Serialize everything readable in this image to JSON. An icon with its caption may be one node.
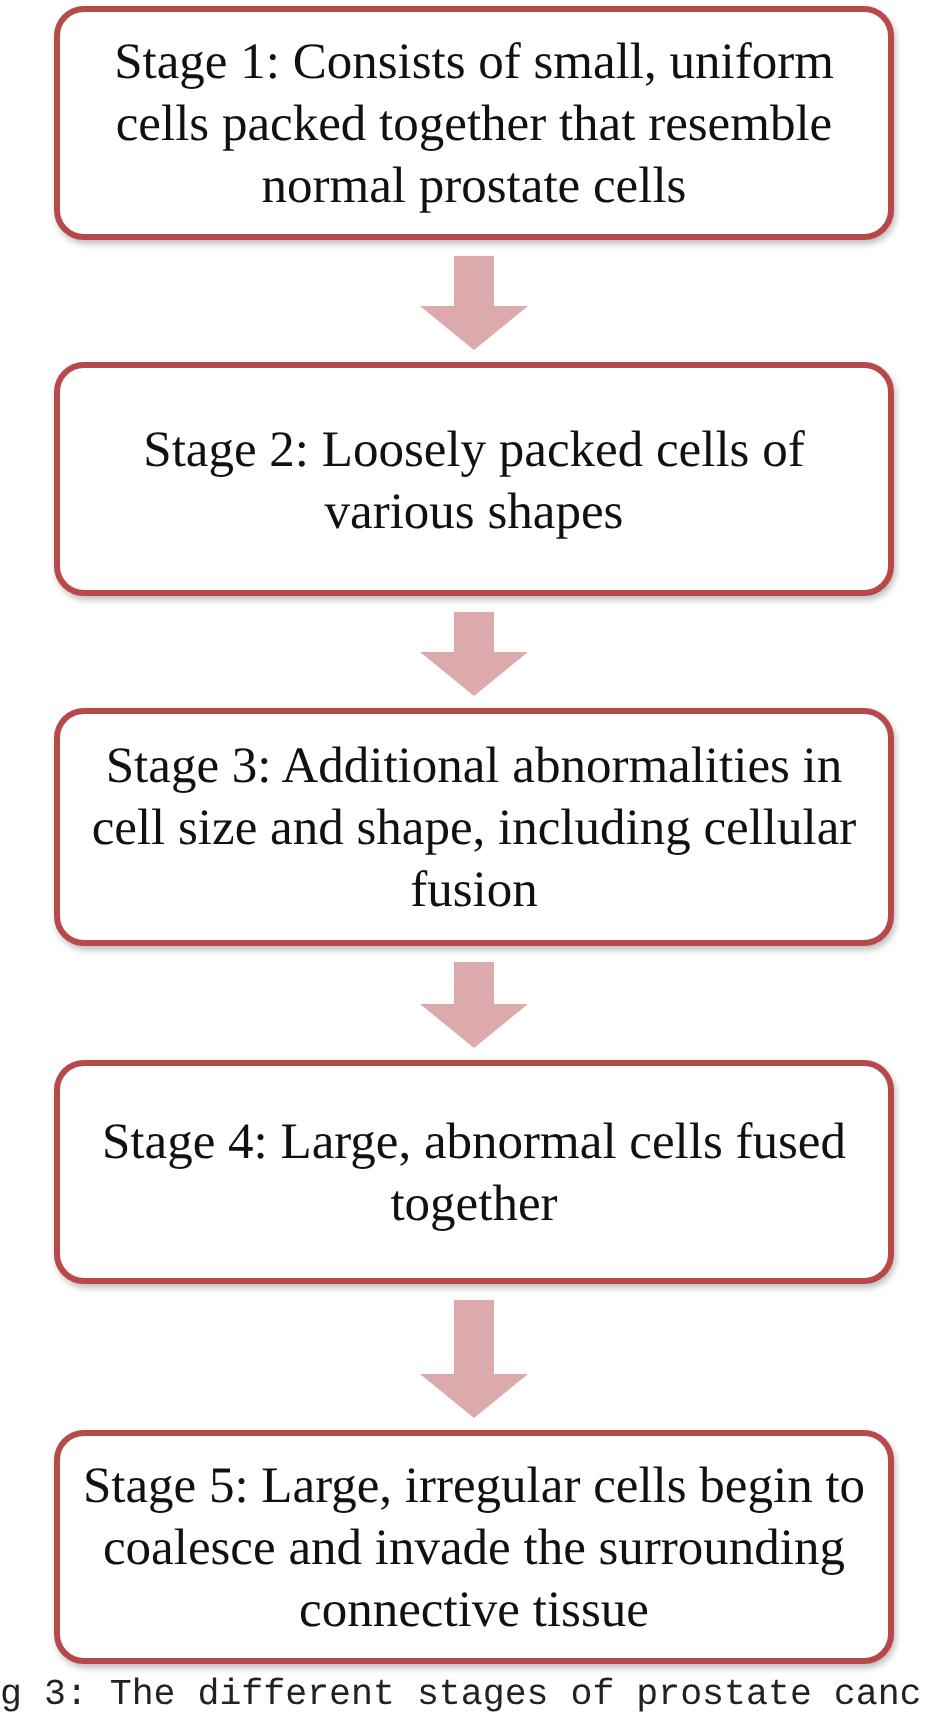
{
  "diagram": {
    "caption": "g 3: The different stages of prostate canc",
    "nodes": [
      {
        "text": [
          "Stage 1: Consists of small, uniform cells packed together that resemble normal prostate cells"
        ]
      },
      {
        "text": [
          "Stage 2: Loosely packed cells of various shapes"
        ]
      },
      {
        "text": [
          "Stage 3: Additional abnormalities in cell size and shape, including cellular fusion"
        ]
      },
      {
        "text": [
          "Stage 4: Large, abnormal cells fused together"
        ]
      },
      {
        "text": [
          "Stage 5: Large, irregular cells begin to coalesce and invade the surrounding connective tissue"
        ]
      }
    ],
    "edges": [
      {
        "from": 0,
        "to": 1,
        "arrow": "to"
      },
      {
        "from": 1,
        "to": 2,
        "arrow": "to"
      },
      {
        "from": 2,
        "to": 3,
        "arrow": "to"
      },
      {
        "from": 3,
        "to": 4,
        "arrow": "to"
      }
    ]
  }
}
